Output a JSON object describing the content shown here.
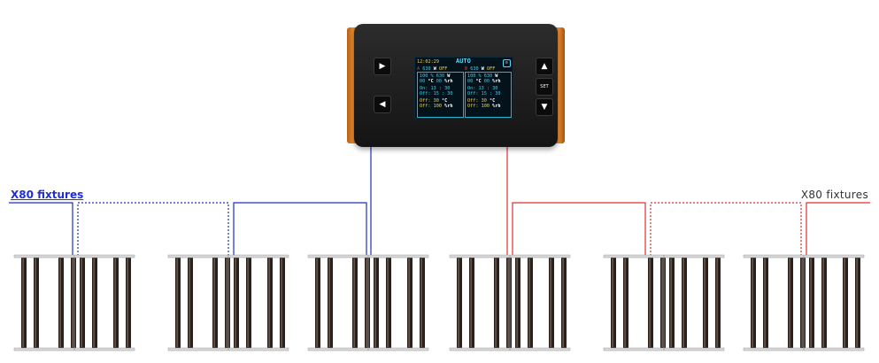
{
  "labels": {
    "left_group": "X80 fixtures",
    "right_group": "X80 fixtures"
  },
  "controller": {
    "time": "12:02:29",
    "mode": "AUTO",
    "set_label": "SET",
    "channel_a": {
      "letter": "A",
      "power": "630",
      "unit_w": "W",
      "state": "OFF",
      "dim": "100 %",
      "watts": "630",
      "temp": "00",
      "temp_unit": "°C",
      "hum": "00",
      "hum_unit": "%rh",
      "on": "On: 13 : 30",
      "off": "Off: 15 : 30",
      "off_temp": "Off: 30",
      "off_hum": "Off: 100"
    },
    "channel_b": {
      "letter": "B",
      "power": "630",
      "unit_w": "W",
      "state": "OFF",
      "dim": "100 %",
      "watts": "630",
      "temp": "00",
      "temp_unit": "°C",
      "hum": "00",
      "hum_unit": "%rh",
      "on": "On: 13 : 30",
      "off": "Off: 15 : 30",
      "off_temp": "Off: 30",
      "off_hum": "Off: 100"
    }
  },
  "colors": {
    "left_bus": "#1f2fbf",
    "right_bus": "#e03030",
    "bar": "#2a211c",
    "rail": "#d8d8d8",
    "accent_orange": "#e07a22"
  },
  "fixtures": {
    "left_count": 3,
    "right_count": 3
  }
}
